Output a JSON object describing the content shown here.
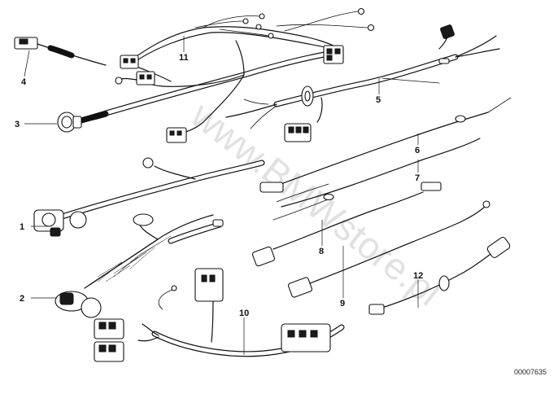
{
  "watermark": "www.BMWstore.pl",
  "document_number": "00007635",
  "callouts": [
    "1",
    "2",
    "3",
    "4",
    "6",
    "7",
    "8",
    "9",
    "10",
    "11",
    "12",
    "5"
  ]
}
